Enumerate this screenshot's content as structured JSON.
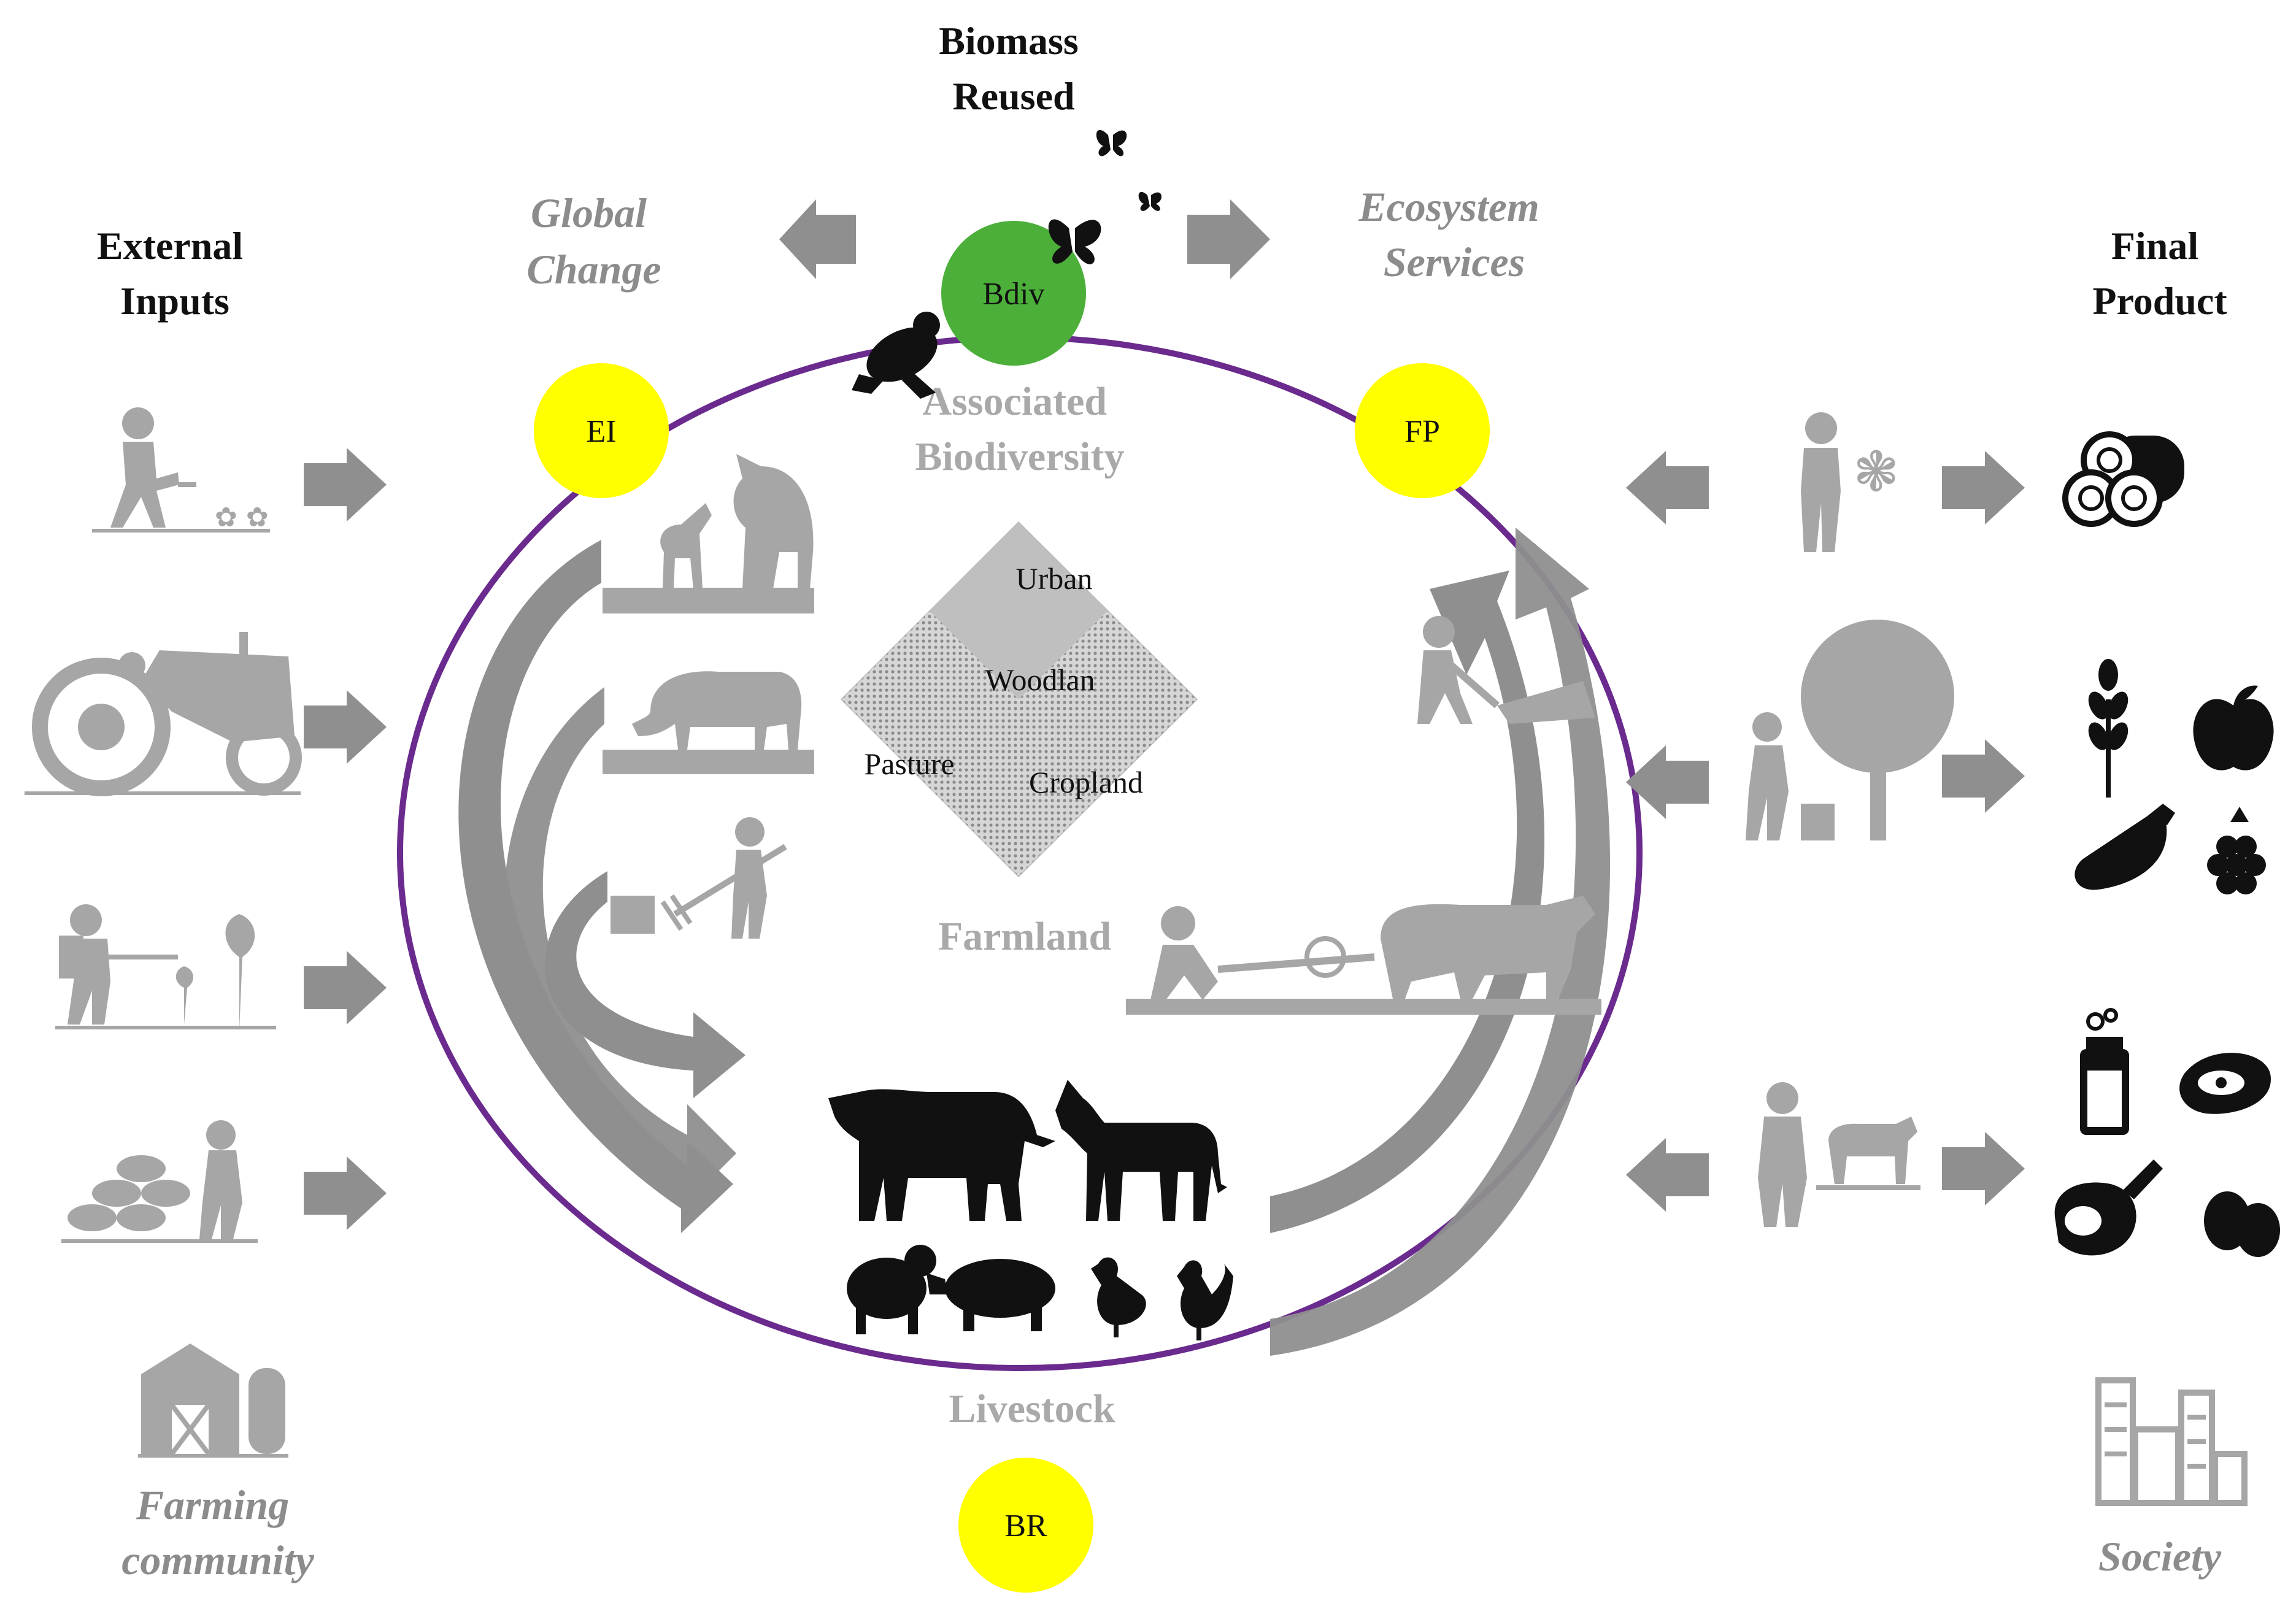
{
  "headers": {
    "external_inputs": [
      "External",
      "Inputs"
    ],
    "final_product": [
      "Final",
      "Product"
    ],
    "biomass_reused": [
      "Biomass",
      "Reused"
    ]
  },
  "labels": {
    "global_change": [
      "Global",
      "Change"
    ],
    "ecosystem_services": [
      "Ecosystem",
      "Services"
    ],
    "associated_biodiversity": [
      "Associated",
      "Biodiversity"
    ],
    "farmland": "Farmland",
    "livestock": "Livestock",
    "farming_community": [
      "Farming",
      "community"
    ],
    "society": "Society"
  },
  "nodes": {
    "bdiv": "Bdiv",
    "ei": "EI",
    "fp": "FP",
    "br": "BR"
  },
  "land_use": {
    "urban": "Urban",
    "woodland": "Woodlan",
    "pasture": "Pasture",
    "cropland": "Cropland"
  },
  "colors": {
    "cycle_ring": "#6a2a8e",
    "bdiv_node": "#4caf3a",
    "yellow_node": "#ffff00",
    "arrow_gray": "#8f8f8f",
    "icon_gray": "#a6a6a6",
    "icon_black": "#111111"
  },
  "icons": [
    "farmer-planting-icon",
    "tractor-icon",
    "sprayer-icon",
    "feed-sacks-icon",
    "barn-silo-icon",
    "horse-icon",
    "cow-grazing-icon",
    "farmer-pitchfork-icon",
    "farmer-shovel-icon",
    "plough-ox-icon",
    "forester-icon",
    "fruit-picker-icon",
    "dairy-farmer-icon",
    "logs-icon",
    "wheat-icon",
    "apple-icon",
    "eggplant-icon",
    "blackberry-icon",
    "milk-jar-icon",
    "steak-icon",
    "ham-icon",
    "eggs-icon",
    "city-icon",
    "frog-icon",
    "butterfly-icon",
    "cattle-icon",
    "donkey-icon",
    "sheep-icon",
    "pig-icon",
    "duck-icon",
    "hen-icon"
  ]
}
